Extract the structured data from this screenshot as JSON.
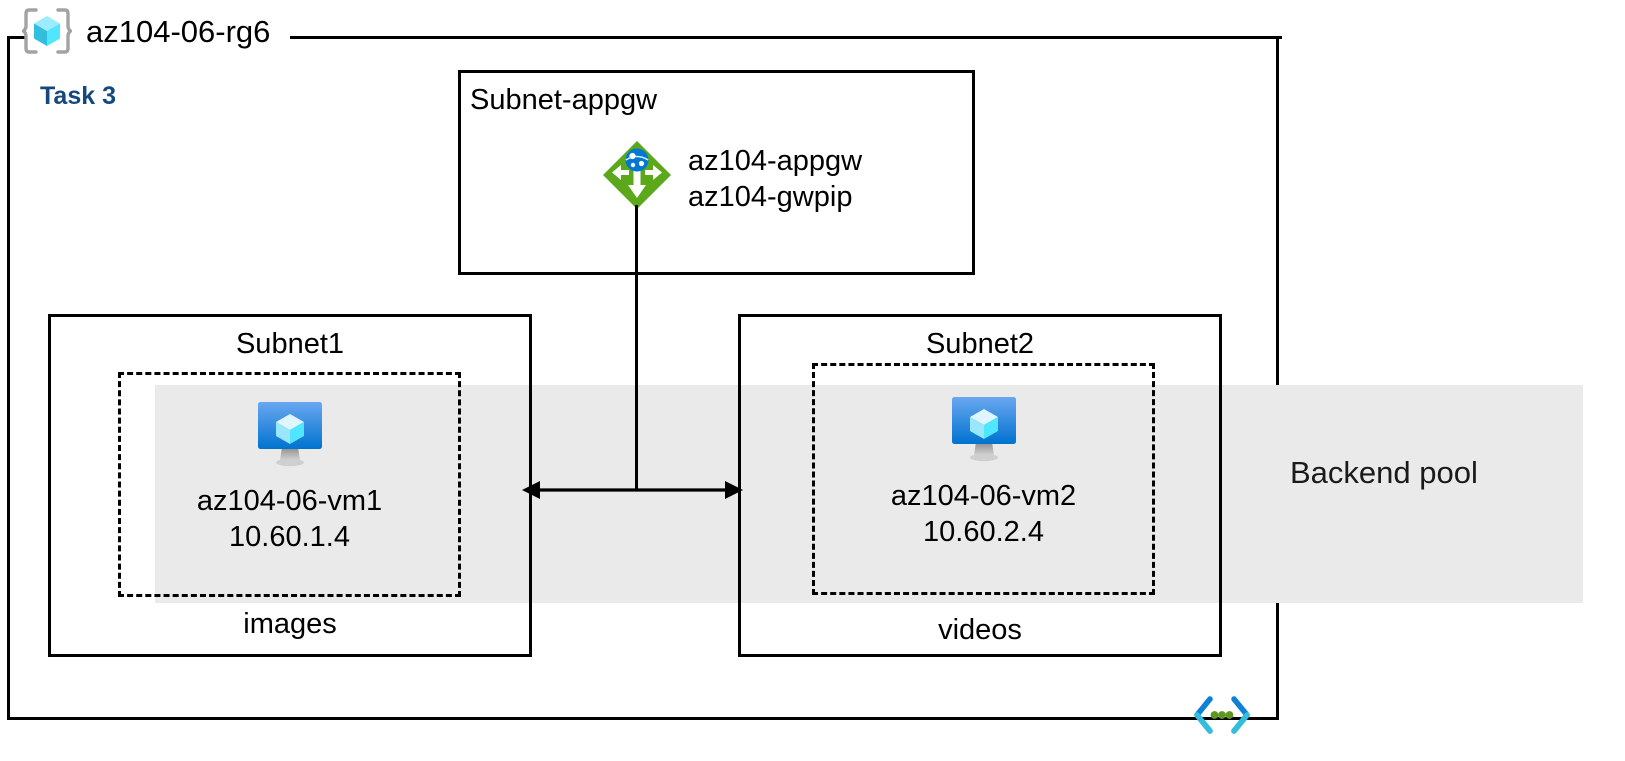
{
  "resource_group": {
    "name": "az104-06-rg6",
    "icon": "resource-group-cube-icon"
  },
  "task": {
    "label": "Task 3",
    "color": "#15497d"
  },
  "backend_pool": {
    "label": "Backend pool",
    "band_color": "#eaeaea"
  },
  "subnets": {
    "appgw": {
      "title": "Subnet-appgw",
      "resources": [
        {
          "icon": "application-gateway-icon",
          "names": [
            "az104-appgw",
            "az104-gwpip"
          ]
        }
      ]
    },
    "subnet1": {
      "title": "Subnet1",
      "caption": "images",
      "vm": {
        "icon": "virtual-machine-icon",
        "name": "az104-06-vm1",
        "ip": "10.60.1.4"
      }
    },
    "subnet2": {
      "title": "Subnet2",
      "caption": "videos",
      "vm": {
        "icon": "virtual-machine-icon",
        "name": "az104-06-vm2",
        "ip": "10.60.2.4"
      }
    }
  },
  "footer": {
    "icon": "code-brackets-icon"
  },
  "colors": {
    "stroke": "#000000",
    "appgw_green": "#59a618",
    "vm_blue": "#0078d4",
    "cube_cyan": "#50e6ff",
    "bracket_blue": "#0078d4",
    "bracket_cyan": "#32bedd",
    "dot_green": "#5e9624"
  }
}
